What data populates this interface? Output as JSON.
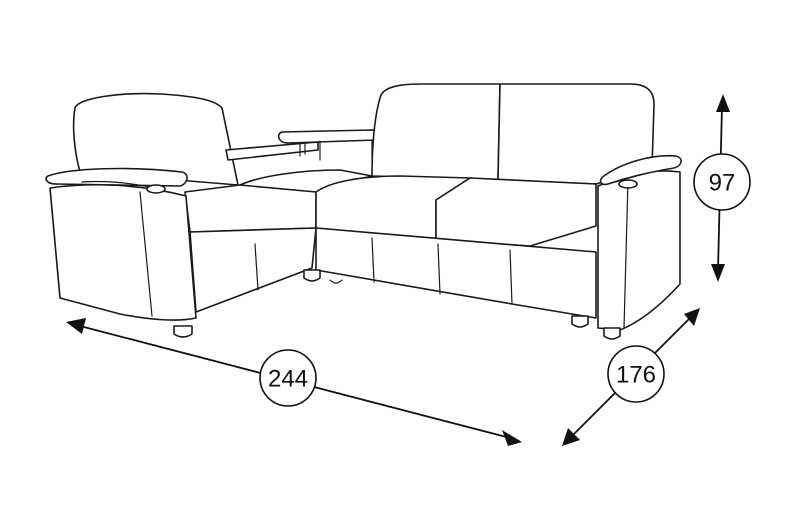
{
  "dimensions": {
    "width": "244",
    "depth": "176",
    "height": "97"
  }
}
